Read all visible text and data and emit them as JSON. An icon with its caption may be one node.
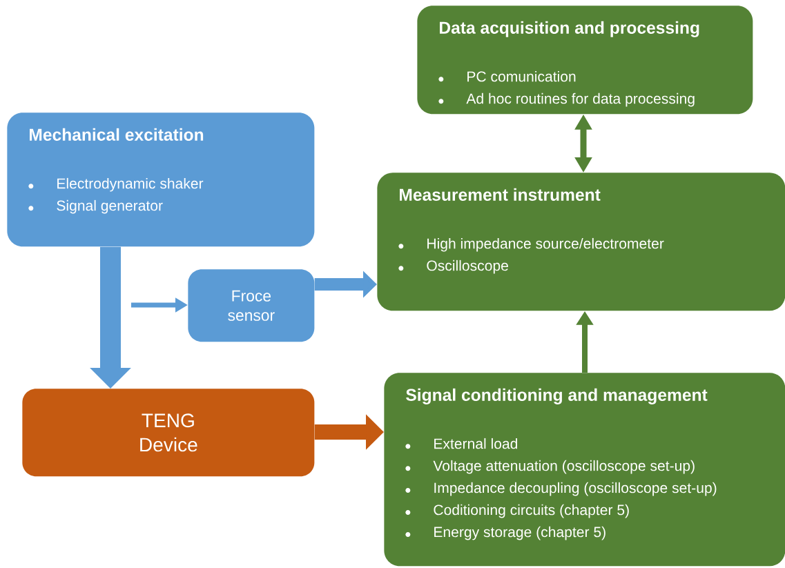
{
  "diagram": {
    "nodes": [
      {
        "text": [
          "Data acquisition and processing",
          "PC comunication",
          "Ad hoc routines for data processing"
        ]
      },
      {
        "text": [
          "Mechanical excitation",
          "Electrodynamic shaker",
          "Signal generator"
        ]
      },
      {
        "text": [
          "Measurement instrument",
          "High impedance source/electrometer",
          "Oscilloscope"
        ]
      },
      {
        "text": [
          "Froce sensor"
        ]
      },
      {
        "text": [
          "TENG Device"
        ]
      },
      {
        "text": [
          "Signal conditioning and management",
          "External load",
          "Voltage attenuation (oscilloscope set-up)",
          "Impedance decoupling (oscilloscope set-up)",
          "Coditioning circuits (chapter 5)",
          "Energy storage (chapter 5)"
        ]
      }
    ],
    "edges": [
      {
        "from": 1,
        "to": 4,
        "arrow": "to",
        "style": "thick"
      },
      {
        "from": null,
        "to": 3,
        "arrow": "to"
      },
      {
        "from": 3,
        "to": 2,
        "arrow": "to",
        "style": "thick"
      },
      {
        "from": 4,
        "to": 5,
        "arrow": "to",
        "style": "thick",
        "color": "#c55a11"
      },
      {
        "from": 5,
        "to": 2,
        "arrow": "to",
        "color": "#548235"
      },
      {
        "from": 0,
        "to": 2,
        "arrow": "both",
        "color": "#548235"
      }
    ]
  }
}
